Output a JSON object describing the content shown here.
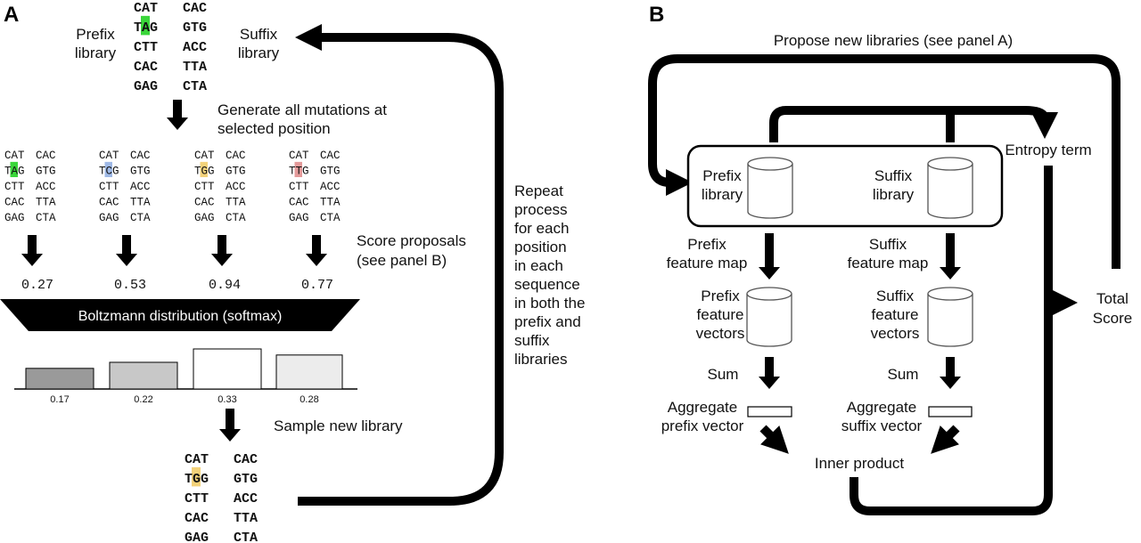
{
  "panels": {
    "a": "A",
    "b": "B"
  },
  "colors": {
    "green": "#3ad63a",
    "blue": "#9fb9e6",
    "yellow": "#f3d27a",
    "red": "#e39a9a",
    "bar_dark": "#9a9a9a",
    "bar_mid": "#c8c8c8",
    "bar_light": "#ffffff",
    "bar_lighter": "#ececec"
  },
  "panel_a": {
    "prefix_label": [
      "Prefix",
      "library"
    ],
    "suffix_label": [
      "Suffix",
      "library"
    ],
    "top_library": {
      "prefix": [
        "CAT",
        "TAG",
        "CTT",
        "CAC",
        "GAG"
      ],
      "suffix": [
        "CAC",
        "GTG",
        "ACC",
        "TTA",
        "CTA"
      ],
      "highlight": {
        "row": 1,
        "char_index": 1,
        "color": "green"
      }
    },
    "generate_label": [
      "Generate all mutations at",
      "selected position"
    ],
    "mutations": [
      {
        "prefix": [
          "CAT",
          "TAG",
          "CTT",
          "CAC",
          "GAG"
        ],
        "suffix": [
          "CAC",
          "GTG",
          "ACC",
          "TTA",
          "CTA"
        ],
        "highlight_color": "green"
      },
      {
        "prefix": [
          "CAT",
          "TCG",
          "CTT",
          "CAC",
          "GAG"
        ],
        "suffix": [
          "CAC",
          "GTG",
          "ACC",
          "TTA",
          "CTA"
        ],
        "highlight_color": "blue"
      },
      {
        "prefix": [
          "CAT",
          "TGG",
          "CTT",
          "CAC",
          "GAG"
        ],
        "suffix": [
          "CAC",
          "GTG",
          "ACC",
          "TTA",
          "CTA"
        ],
        "highlight_color": "yellow"
      },
      {
        "prefix": [
          "CAT",
          "TTG",
          "CTT",
          "CAC",
          "GAG"
        ],
        "suffix": [
          "CAC",
          "GTG",
          "ACC",
          "TTA",
          "CTA"
        ],
        "highlight_color": "red"
      }
    ],
    "score_label": [
      "Score proposals",
      "(see panel B)"
    ],
    "scores": [
      "0.27",
      "0.53",
      "0.94",
      "0.77"
    ],
    "boltzmann_label": "Boltzmann distribution (softmax)",
    "probabilities": {
      "values": [
        0.17,
        0.22,
        0.33,
        0.28
      ],
      "labels": [
        "0.17",
        "0.22",
        "0.33",
        "0.28"
      ],
      "colors": [
        "bar_dark",
        "bar_mid",
        "bar_light",
        "bar_lighter"
      ]
    },
    "sample_label": "Sample new library",
    "new_library": {
      "prefix": [
        "CAT",
        "TGG",
        "CTT",
        "CAC",
        "GAG"
      ],
      "suffix": [
        "CAC",
        "GTG",
        "ACC",
        "TTA",
        "CTA"
      ],
      "highlight": {
        "row": 1,
        "char_index": 1,
        "color": "yellow"
      }
    },
    "repeat_label": [
      "Repeat",
      "process",
      "for each",
      "position",
      "in each",
      "sequence",
      "in both the",
      "prefix and",
      "suffix",
      "libraries"
    ]
  },
  "panel_b": {
    "propose_label": "Propose new libraries (see panel A)",
    "prefix_library": [
      "Prefix",
      "library"
    ],
    "suffix_library": [
      "Suffix",
      "library"
    ],
    "entropy_label": "Entropy term",
    "prefix_map": [
      "Prefix",
      "feature map"
    ],
    "suffix_map": [
      "Suffix",
      "feature map"
    ],
    "prefix_vectors": [
      "Prefix",
      "feature",
      "vectors"
    ],
    "suffix_vectors": [
      "Suffix",
      "feature",
      "vectors"
    ],
    "sum_label": "Sum",
    "prefix_aggregate": [
      "Aggregate",
      "prefix vector"
    ],
    "suffix_aggregate": [
      "Aggregate",
      "suffix vector"
    ],
    "inner_product": "Inner product",
    "total_score": [
      "Total",
      "Score"
    ]
  }
}
